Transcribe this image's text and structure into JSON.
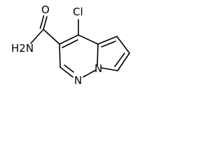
{
  "molecule": {
    "atoms": {
      "oxygen": "O",
      "amide_nitrogen": "H2N",
      "chlorine": "Cl",
      "ring_nitrogen_1": "N",
      "ring_nitrogen_2": "N"
    }
  }
}
